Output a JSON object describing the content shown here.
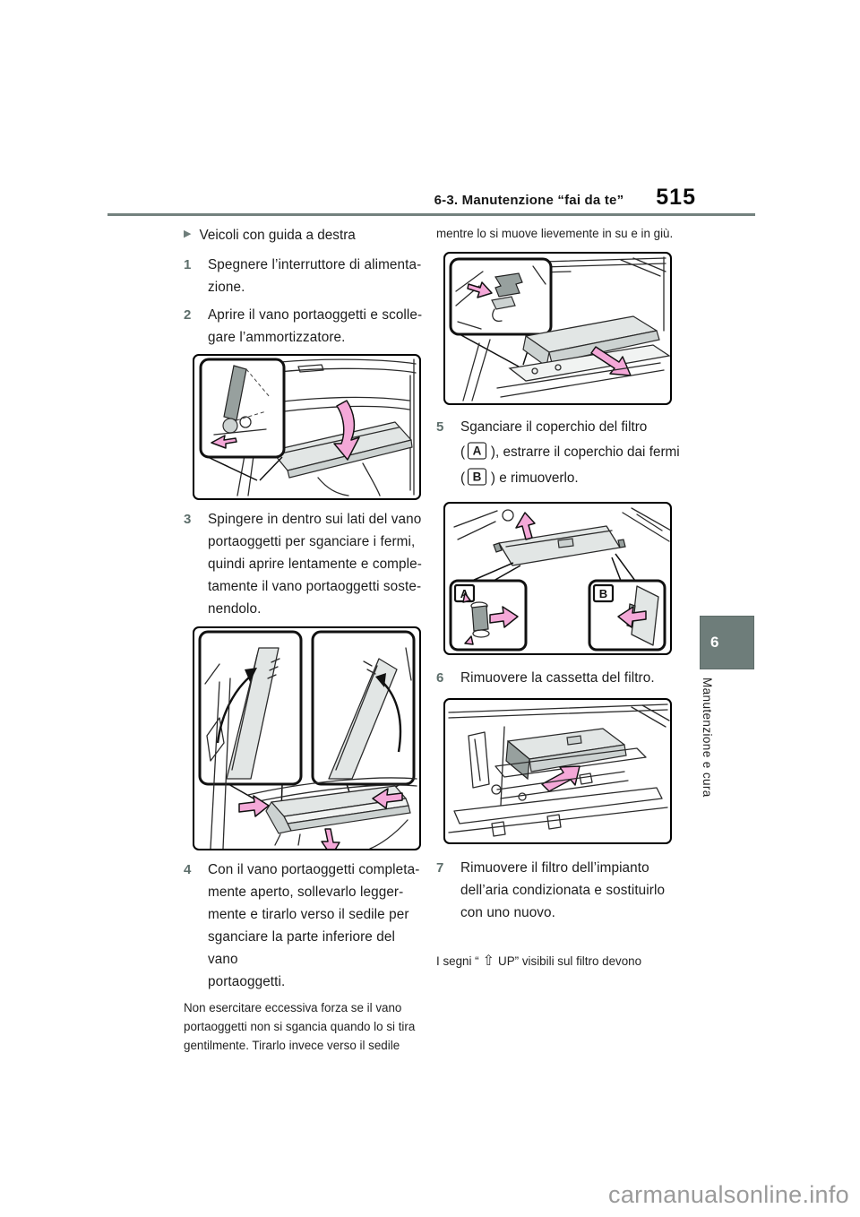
{
  "header": {
    "section_title": "6-3. Manutenzione “fai da te”",
    "page_number": "515"
  },
  "sidebar": {
    "chapter_number": "6",
    "chapter_title": "Manutenzione e cura"
  },
  "left_column": {
    "heading_bullet": "▶",
    "heading": "Veicoli con guida a destra",
    "step1": {
      "num": "1",
      "text": "Spegnere l’interruttore di alimenta-\nzione."
    },
    "step2": {
      "num": "2",
      "text": "Aprire il vano portaoggetti e scolle-\ngare l’ammortizzatore."
    },
    "step3": {
      "num": "3",
      "text": "Spingere in dentro sui lati del vano\nportaoggetti per sganciare i fermi,\nquindi aprire lentamente e comple-\ntamente il vano portaoggetti soste-\nnendolo."
    },
    "step4": {
      "num": "4",
      "text": "Con il vano portaoggetti completa-\nmente aperto, sollevarlo legger-\nmente e tirarlo verso il sedile per\nsganciare la parte inferiore del vano\nportaoggetti."
    },
    "note": "Non esercitare eccessiva forza se il vano\nportaoggetti non si sgancia quando lo si tira\ngentilmente. Tirarlo invece verso il sedile"
  },
  "right_column": {
    "continuation": "mentre lo si muove lievemente in su e in giù.",
    "step5": {
      "num": "5",
      "line1": "Sganciare il coperchio del filtro",
      "pre_a": "(",
      "label_a": "A",
      "post_a": "), estrarre il coperchio dai fermi",
      "pre_b": "(",
      "label_b": "B",
      "post_b": ") e rimuoverlo."
    },
    "step6": {
      "num": "6",
      "text": "Rimuovere la cassetta del filtro."
    },
    "step7": {
      "num": "7",
      "text": "Rimuovere il filtro dell’impianto\ndell’aria condizionata e sostituirlo\ncon uno nuovo."
    },
    "note_prefix": "I segni “",
    "note_arrow": "⇧",
    "note_suffix": "UP” visibili sul filtro devono"
  },
  "figures": {
    "cover": {
      "label_a": "A",
      "label_b": "B"
    }
  },
  "watermark": "carmanualsonline.info",
  "colors": {
    "accent_tab": "#6e7d7a",
    "arrow_pink": "#f4a8d8",
    "rule": "#73817e"
  }
}
